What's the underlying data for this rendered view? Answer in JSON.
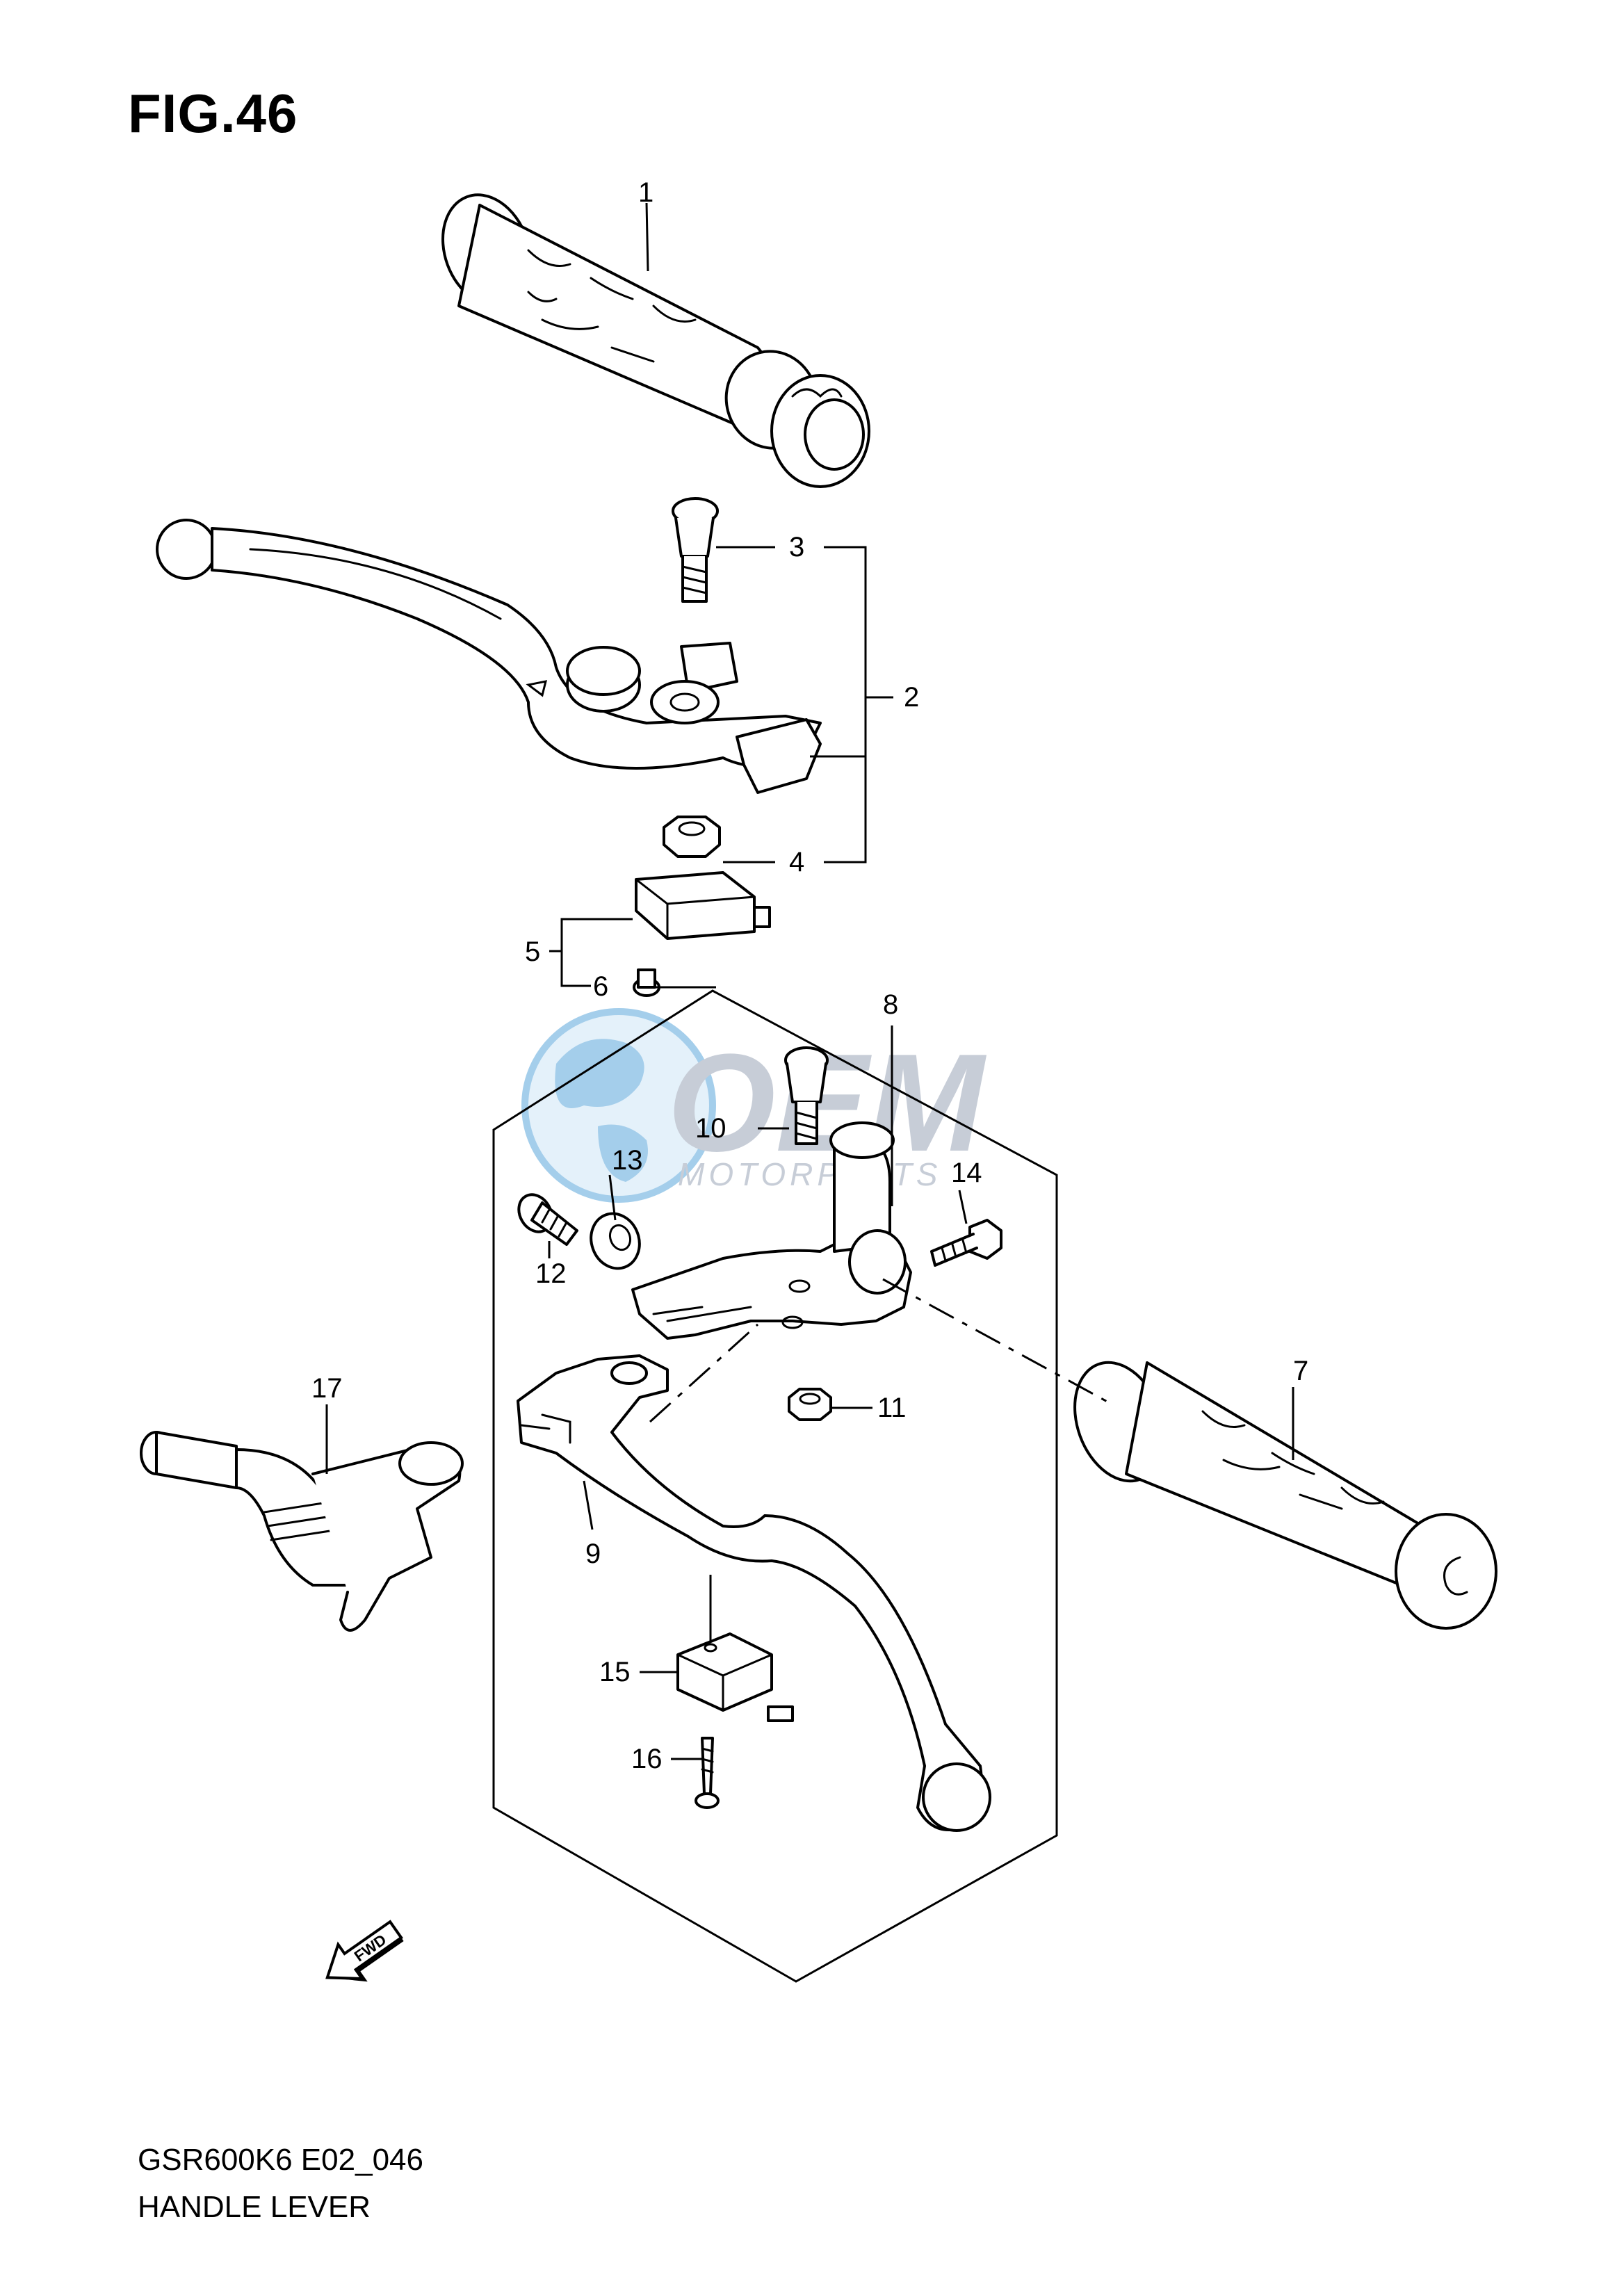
{
  "figure": {
    "title": "FIG.46",
    "model_code": "GSR600K6 E02_046",
    "name": "HANDLE LEVER"
  },
  "watermark": {
    "brand": "OEM",
    "tagline": "MOTORPARTS",
    "colors": {
      "globe": "#5aa7db",
      "text": "#9aa6b8"
    }
  },
  "fwd_arrow": {
    "label": "FWD"
  },
  "callouts": [
    "1",
    "2",
    "3",
    "4",
    "5",
    "6",
    "7",
    "8",
    "9",
    "10",
    "11",
    "12",
    "13",
    "14",
    "15",
    "16",
    "17"
  ]
}
